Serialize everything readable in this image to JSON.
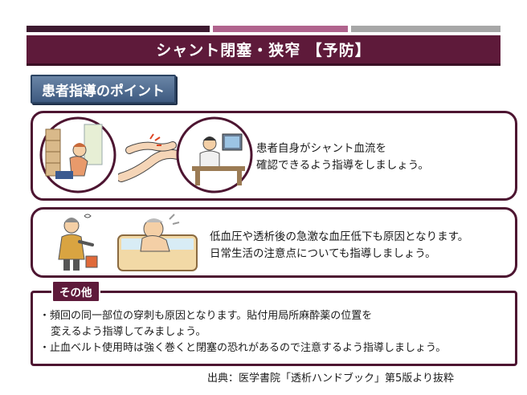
{
  "colors": {
    "bar_dark": "#3e1a30",
    "bar_mauve": "#b0638d",
    "bar_grey": "#a7a7a7",
    "title_bg": "#5e1a3a",
    "badge_blue": "#3e5a80",
    "frame": "#4d1531"
  },
  "title": "シャント閉塞・狭窄 【予防】",
  "section_label": "患者指導のポイント",
  "card1": {
    "lines": [
      "患者自身がシャント血流を",
      "確認できるよう指導をしましょう。"
    ]
  },
  "card2": {
    "lines": [
      "低血圧や透析後の急激な血圧低下も原因となります。",
      "日常生活の注意点についても指導しましょう。"
    ]
  },
  "other": {
    "label": "その他",
    "line1": "・頻回の同一部位の穿刺も原因となります。貼付用局所麻酔薬の位置を",
    "line2": "変えるよう指導してみましょう。",
    "line3": "・止血ベルト使用時は強く巻くと閉塞の恐れがあるので注意するよう指導しましょう。"
  },
  "source": "出典：医学書院「透析ハンドブック」第5版より抜粋",
  "illustrations": [
    "home-scene-illustration",
    "arm-palpation-illustration",
    "desk-work-illustration",
    "dizzy-woman-illustration",
    "bath-illustration"
  ]
}
